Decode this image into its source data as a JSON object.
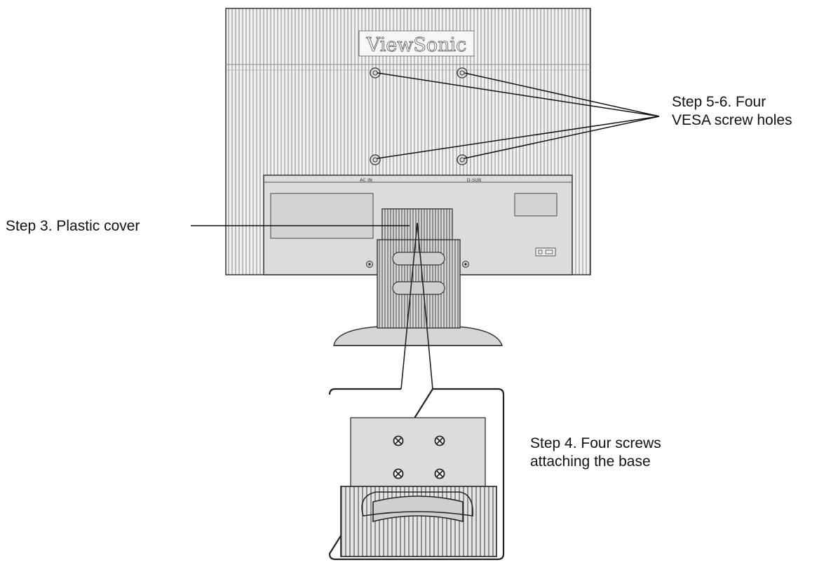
{
  "brand": {
    "logo_text": "ViewSonic"
  },
  "ports": {
    "left_label": "AC IN",
    "right_label": "D-SUB"
  },
  "callouts": {
    "vesa_line1": "Step 5-6. Four",
    "vesa_line2": "VESA screw holes",
    "cover": "Step 3. Plastic cover",
    "screws_line1": "Step 4. Four screws",
    "screws_line2": "attaching the base"
  },
  "colors": {
    "monitor_body": "#ececec",
    "panel": "#dcdcdc",
    "stroke": "#333333",
    "fin": "#555555"
  },
  "icons": [
    "screw-hole-icon",
    "screw-icon",
    "kensington-lock-icon"
  ]
}
